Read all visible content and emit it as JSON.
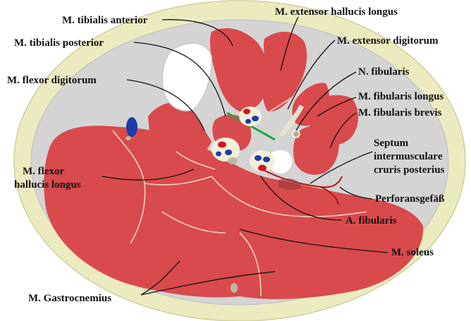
{
  "labels": {
    "tibialis_anterior": "M. tibialis anterior",
    "extensor_hallucis_longus": "M. extensor hallucis longus",
    "tibialis_posterior": "M. tibialis posterior",
    "extensor_digitorum": "M. extensor digitorum",
    "flexor_digitorum": "M. flexor digitorum",
    "n_fibularis": "N. fibularis",
    "fibularis_longus": "M. fibularis longus",
    "fibularis_brevis": "M. fibularis brevis",
    "septum_line1": "Septum",
    "septum_line2": "intermuscularе",
    "septum_line3": "cruris posterius",
    "flexor_hallucis_line1": "M. flexor",
    "flexor_hallucis_line2": "hallucis longus",
    "perforansgefass": "Perforansgefäß",
    "a_fibularis": "A. fibularis",
    "soleus": "M. soleus",
    "gastrocnemius": "M. Gastrocnemius"
  },
  "colors": {
    "skin": "#ECEBC0",
    "fascia": "#D4D4D4",
    "muscle": "#D94A4C",
    "muscle_line": "#F1D3C4",
    "bone": "#FFFFFF",
    "artery": "#D7141D",
    "vein": "#1B3FA8",
    "nerve": "#E7E3C8",
    "septum_green": "#24A33A",
    "vessel_outline": "#B01512"
  }
}
